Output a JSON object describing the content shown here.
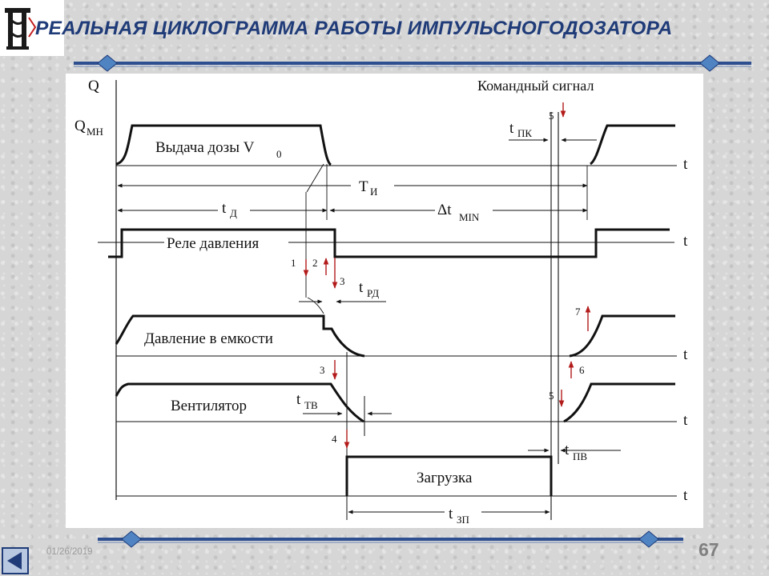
{
  "slide": {
    "title": "РЕАЛЬНАЯ ЦИКЛОГРАММА РАБОТЫ ИМПУЛЬСНОГОДОЗАТОРА",
    "date": "01/26/2019",
    "page_number": "67",
    "accent_color": "#1f3b78",
    "rule_color": "#2e4f8f",
    "diamond_color": "#4f83c2"
  },
  "diagram": {
    "axis_q": "Q",
    "q_mn_main": "Q",
    "q_mn_sub": "МН",
    "command_signal": "Командный сигнал",
    "t": "t",
    "dose_label": "Выдача дозы V",
    "dose_sub": "0",
    "ti_main": "Т",
    "ti_sub": "И",
    "td_main": "t",
    "td_sub": "Д",
    "dtmin_main": "Δt",
    "dtmin_sub": "MIN",
    "tpk_main": "t",
    "tpk_sub": "ПК",
    "relay_label": "Реле давления",
    "trd_main": "t",
    "trd_sub": "РД",
    "pressure_label": "Давление в емкости",
    "fan_label": "Вентилятор",
    "ttv_main": "t",
    "ttv_sub": "ТВ",
    "tpv_main": "t",
    "tpv_sub": "ПВ",
    "loading_label": "Загрузка",
    "tzp_main": "t",
    "tzp_sub": "ЗП",
    "n1": "1",
    "n2": "2",
    "n3": "3",
    "n3b": "3",
    "n4": "4",
    "n5": "5",
    "n5b": "5",
    "n6": "6",
    "n7": "7"
  }
}
